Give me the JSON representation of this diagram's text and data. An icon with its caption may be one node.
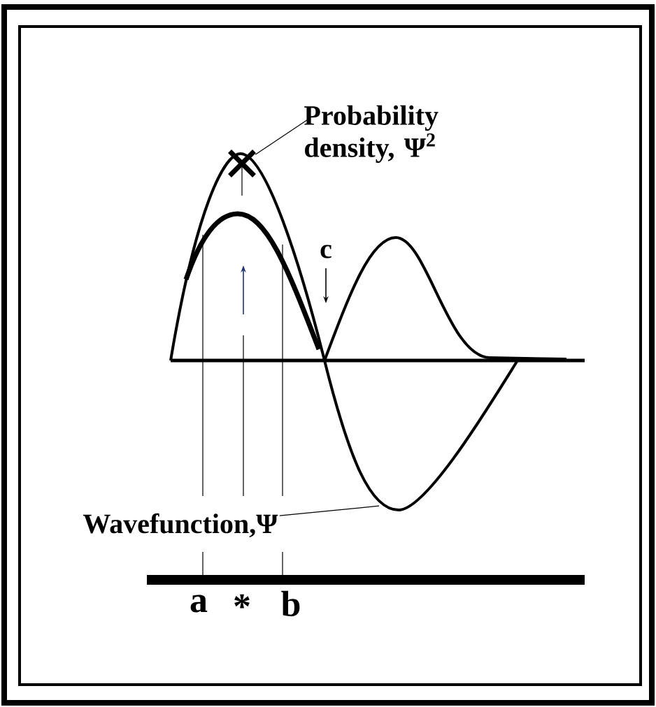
{
  "diagram": {
    "nodes": [
      {
        "text": [
          "Probability density, Ψ$^{2}$"
        ]
      },
      {
        "text": [],
        "shape": "cross"
      },
      {
        "text": [
          "Wavefunction,Ψ"
        ]
      }
    ],
    "edges": [
      {
        "from": 0,
        "to": 1,
        "arrow": "none"
      },
      {
        "from": 2,
        "to": null,
        "arrow": "none"
      }
    ],
    "labels": [
      "c",
      "a",
      "*",
      "b"
    ]
  }
}
